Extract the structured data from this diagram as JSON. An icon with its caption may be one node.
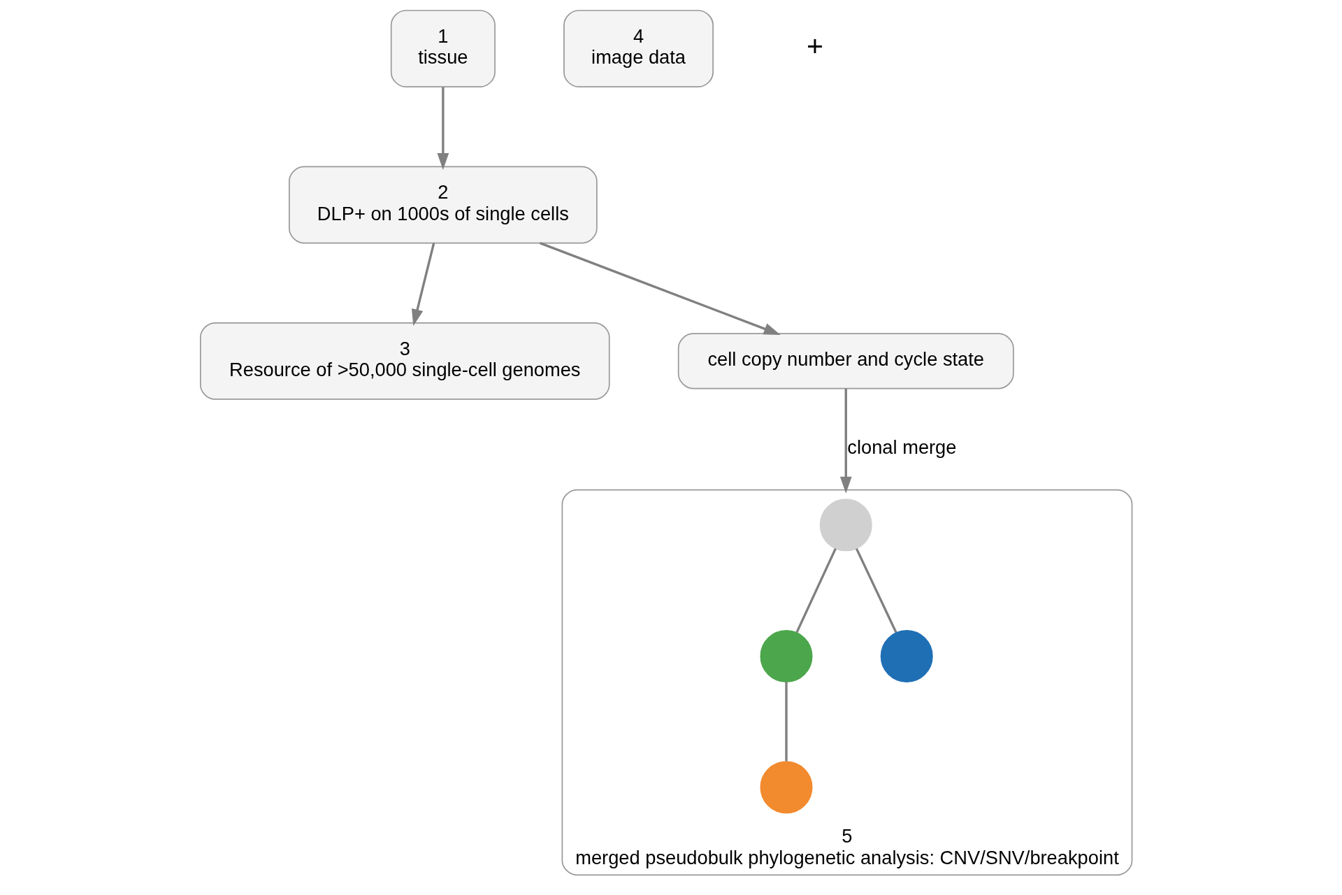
{
  "diagram": {
    "nodes": [
      {
        "text": [
          "1",
          "tissue"
        ]
      },
      {
        "text": [
          "2",
          "DLP+ on 1000s of single cells"
        ]
      },
      {
        "text": [
          "3",
          "Resource of >50,000 single-cell genomes"
        ]
      },
      {
        "text": [
          "4",
          "image data"
        ]
      },
      {
        "text": [
          "cell copy number and cycle state"
        ]
      },
      {
        "text": [
          "5",
          "merged pseudobulk phylogenetic analysis: CNV/SNV/breakpoint"
        ]
      },
      {
        "text": [],
        "shape": "circle",
        "in": 5
      },
      {
        "text": [],
        "shape": "circle",
        "in": 5
      },
      {
        "text": [],
        "shape": "circle",
        "in": 5
      },
      {
        "text": [],
        "shape": "circle",
        "in": 5
      }
    ],
    "edges": [
      {
        "from": 0,
        "to": 1,
        "arrow": "to"
      },
      {
        "from": 1,
        "to": 2,
        "arrow": "to"
      },
      {
        "from": 1,
        "to": 4,
        "arrow": "to"
      },
      {
        "from": 4,
        "to": 5,
        "arrow": "to",
        "label": "clonal merge"
      },
      {
        "from": 6,
        "to": 7,
        "arrow": "none"
      },
      {
        "from": 7,
        "to": 8,
        "arrow": "none"
      },
      {
        "from": 6,
        "to": 9,
        "arrow": "none"
      }
    ],
    "labels": [
      "+"
    ]
  }
}
